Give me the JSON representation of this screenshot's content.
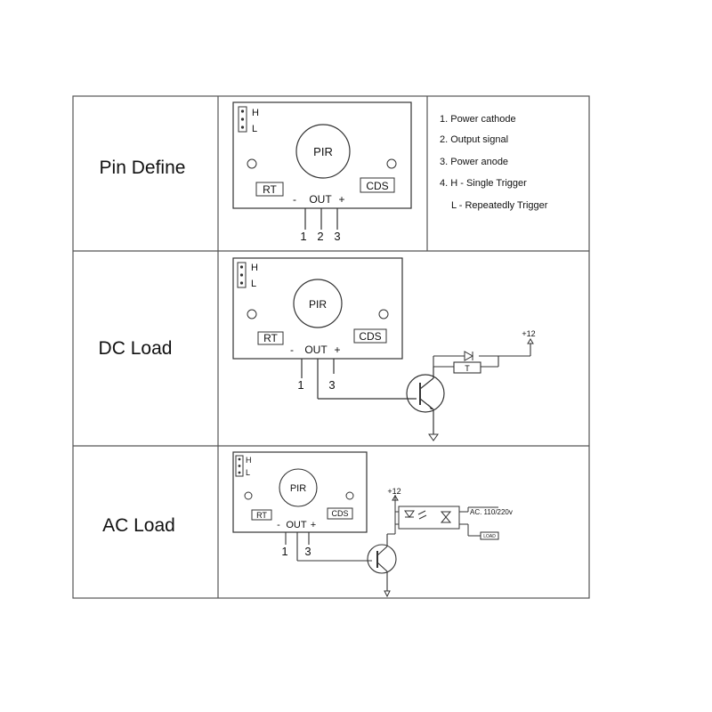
{
  "rows": [
    {
      "title": "Pin Define"
    },
    {
      "title": "DC Load"
    },
    {
      "title": "AC Load"
    }
  ],
  "module": {
    "jumper_h": "H",
    "jumper_l": "L",
    "sensor": "PIR",
    "rt": "RT",
    "cds": "CDS",
    "pin_minus": "-",
    "pin_out": "OUT",
    "pin_plus": "+"
  },
  "pin_numbers": [
    "1",
    "2",
    "3"
  ],
  "pin_list": [
    "1. Power cathode",
    "2. Output signal",
    "3. Power anode",
    "4. H - Single Trigger",
    "L -  Repeatedly Trigger"
  ],
  "dc_circuit": {
    "supply": "+12",
    "relay": "T",
    "pin_a": "1",
    "pin_b": "3"
  },
  "ac_circuit": {
    "supply": "+12",
    "ac_label": "AC. 110/220v",
    "load_label": "LOAD",
    "pin_a": "1",
    "pin_b": "3"
  }
}
